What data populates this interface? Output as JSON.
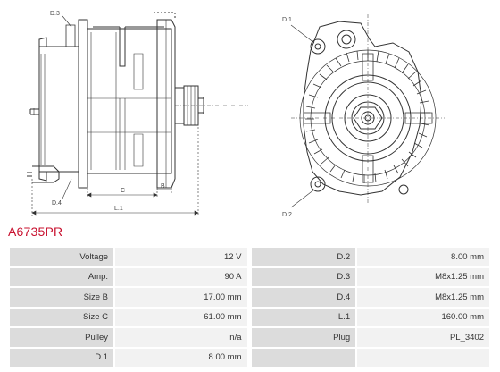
{
  "product_code": "A6735PR",
  "diagram_labels": {
    "d3": "D.3",
    "d4": "D.4",
    "c": "C",
    "b": "B",
    "l1": "L.1",
    "d1": "D.1",
    "d2": "D.2"
  },
  "specs": [
    {
      "left_label": "Voltage",
      "left_value": "12 V",
      "right_label": "D.2",
      "right_value": "8.00 mm"
    },
    {
      "left_label": "Amp.",
      "left_value": "90 A",
      "right_label": "D.3",
      "right_value": "M8x1.25 mm"
    },
    {
      "left_label": "Size B",
      "left_value": "17.00 mm",
      "right_label": "D.4",
      "right_value": "M8x1.25 mm"
    },
    {
      "left_label": "Size C",
      "left_value": "61.00 mm",
      "right_label": "L.1",
      "right_value": "160.00 mm"
    },
    {
      "left_label": "Pulley",
      "left_value": "n/a",
      "right_label": "Plug",
      "right_value": "PL_3402"
    },
    {
      "left_label": "D.1",
      "left_value": "8.00 mm",
      "right_label": "",
      "right_value": ""
    }
  ]
}
